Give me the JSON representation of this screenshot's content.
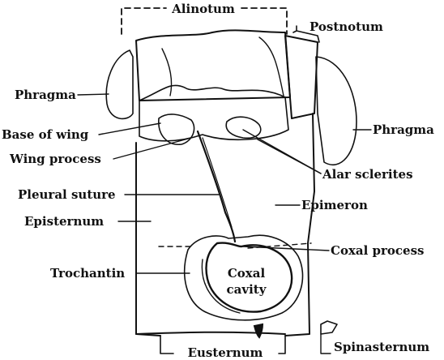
{
  "labels": {
    "alinotum": "Alinotum",
    "postnotum": "Postnotum",
    "phragma_left": "Phragma",
    "phragma_right": "Phragma",
    "base_of_wing": "Base of wing",
    "wing_process": "Wing process",
    "alar_sclerites": "Alar sclerites",
    "pleural_suture": "Pleural suture",
    "epimeron": "Epimeron",
    "episternum": "Episternum",
    "coxal_process": "Coxal process",
    "trochantin": "Trochantin",
    "coxal_cavity_line1": "Coxal",
    "coxal_cavity_line2": "cavity",
    "eusternum": "Eusternum",
    "spinasternum": "Spinasternum"
  }
}
